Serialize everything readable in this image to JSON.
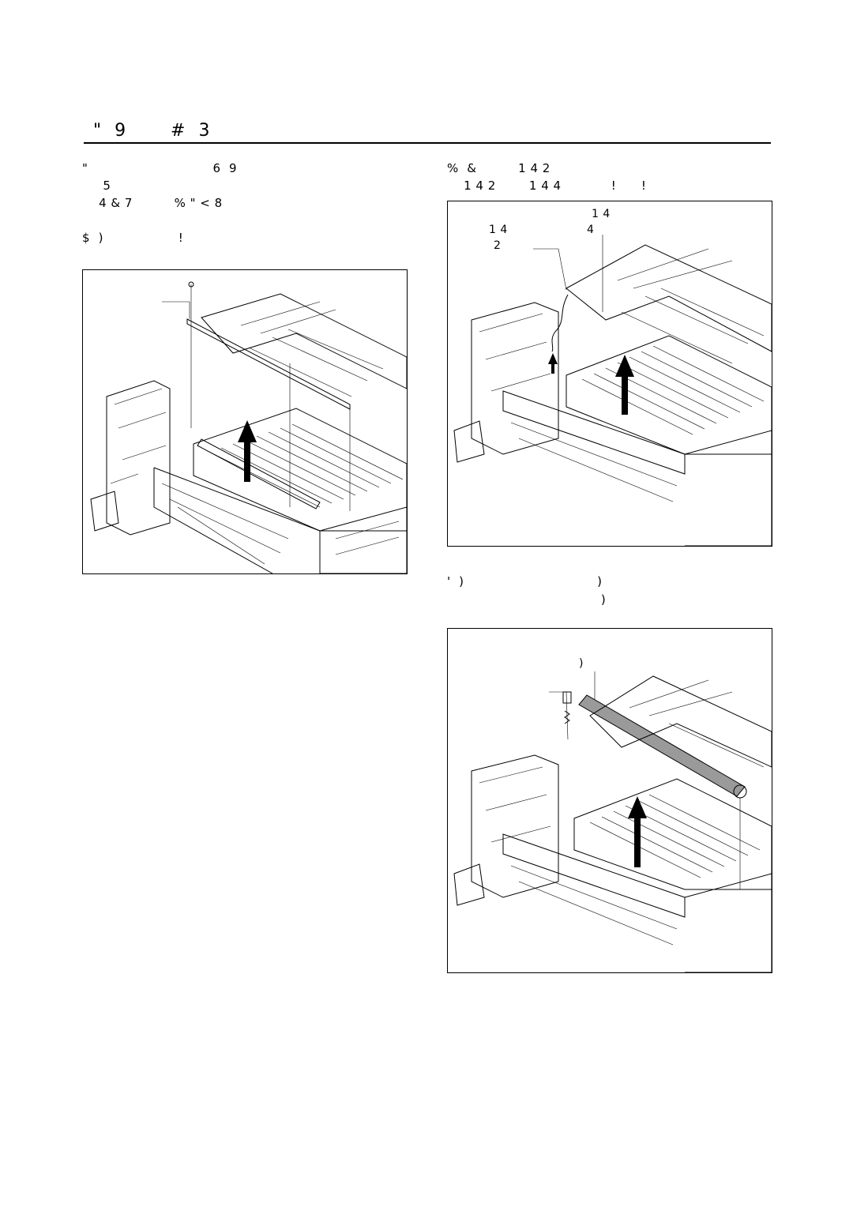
{
  "header": {
    "title": "\"  9       #  3"
  },
  "left_column": {
    "step_a_line1": "\"                              6  9",
    "step_a_line2": "     5",
    "step_a_line3": "    4 & 7          % \" < 8",
    "step_b": "$  )                  !"
  },
  "right_column": {
    "step_c_line1": "%  &          1 4 2",
    "step_c_line2": "    1 4 2        1 4 4            !      !",
    "step_d_line1": "'  )                                )",
    "step_d_line2": "                                     )"
  },
  "figure1": {
    "labels": []
  },
  "figure2": {
    "label_top": "1 4",
    "label_left": "1 4",
    "label_right": "4",
    "label_left2": "2"
  },
  "figure3": {
    "label_top": ")"
  },
  "colors": {
    "ink": "#000000",
    "roller": "#9a9a9a",
    "background": "#ffffff"
  }
}
